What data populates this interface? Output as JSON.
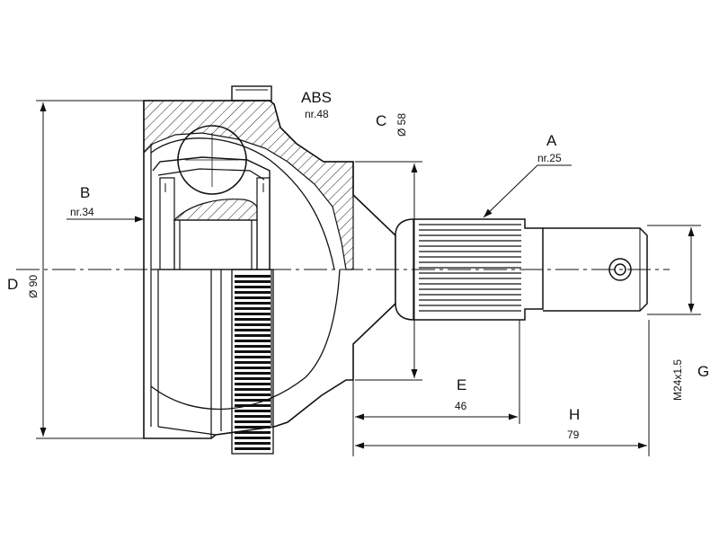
{
  "labels": {
    "abs_title": "ABS",
    "abs_value": "nr.48",
    "a_title": "A",
    "a_value": "nr.25",
    "b_title": "B",
    "b_value": "nr.34",
    "c_title": "C",
    "c_value": "Ø 58",
    "d_title": "D",
    "d_value": "Ø 90",
    "e_title": "E",
    "e_value": "46",
    "h_title": "H",
    "h_value": "79",
    "g_title": "G",
    "g_value": "M24x1.5"
  }
}
